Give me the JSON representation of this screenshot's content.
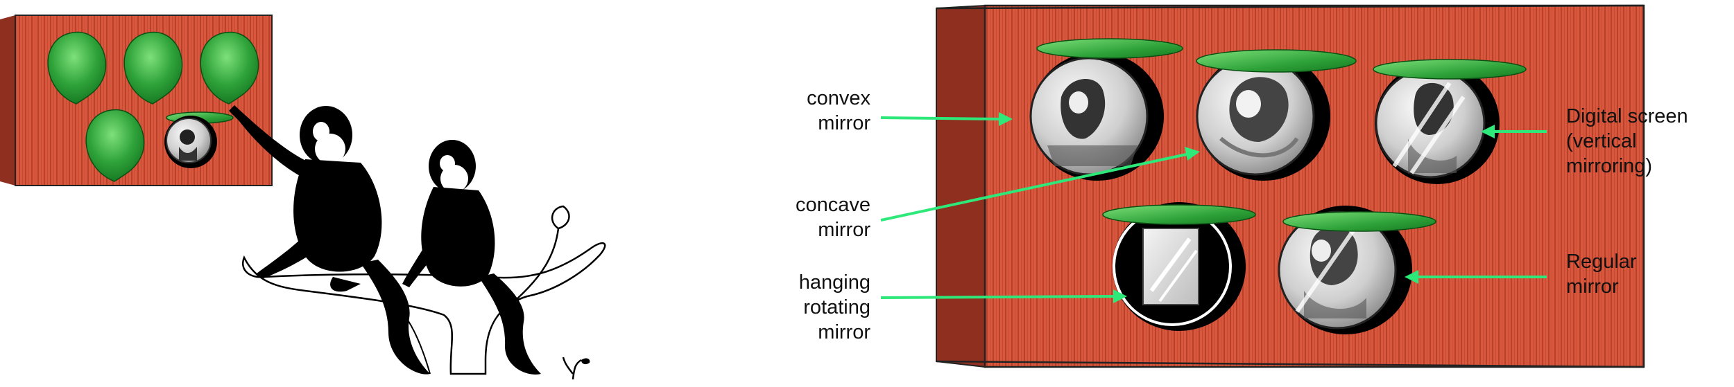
{
  "labels": {
    "convex": [
      "convex",
      "mirror"
    ],
    "concave": [
      "concave",
      "mirror"
    ],
    "hanging": [
      "hanging",
      "rotating",
      "mirror"
    ],
    "digital": [
      "Digital screen",
      "(vertical",
      "mirroring)"
    ],
    "regular": [
      "Regular",
      "mirror"
    ]
  },
  "colors": {
    "board": "#d9573d",
    "board_stripe": "#b8412c",
    "leaf": "#2fa33a",
    "leaf_light": "#6fd46a",
    "arrow": "#2ee87a",
    "monkey": "#000000"
  }
}
